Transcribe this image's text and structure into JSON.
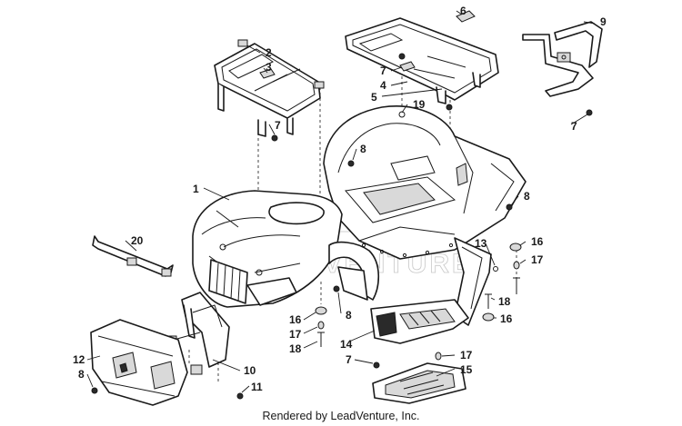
{
  "callouts": {
    "c1": "1",
    "c2": "2",
    "c3": "3",
    "c4": "4",
    "c5": "5",
    "c6": "6",
    "c7a": "7",
    "c7b": "7",
    "c7c": "7",
    "c7d": "7",
    "c8a": "8",
    "c8b": "8",
    "c8c": "8",
    "c8d": "8",
    "c9": "9",
    "c10": "10",
    "c11": "11",
    "c12": "12",
    "c13": "13",
    "c14": "14",
    "c15": "15",
    "c16a": "16",
    "c16b": "16",
    "c16c": "16",
    "c17a": "17",
    "c17b": "17",
    "c17c": "17",
    "c18a": "18",
    "c18b": "18",
    "c19": "19",
    "c20": "20"
  },
  "watermark": "LEADVENTURE",
  "footer": "Rendered by LeadVenture, Inc."
}
